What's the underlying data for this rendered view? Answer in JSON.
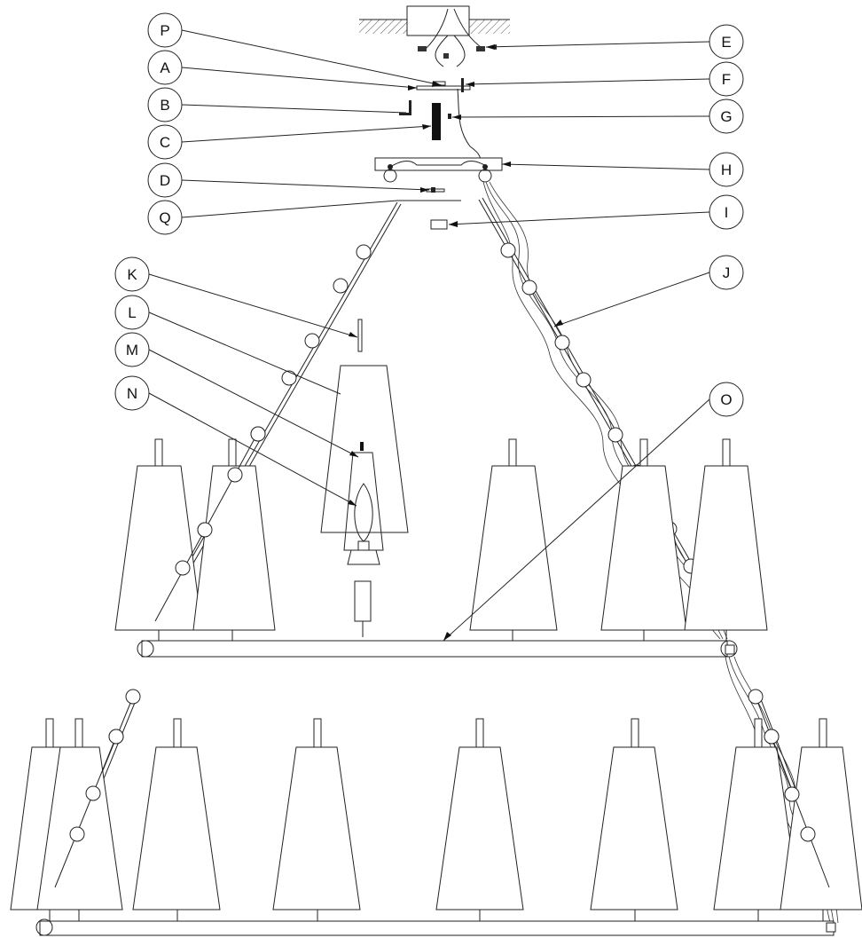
{
  "callouts": {
    "P": "P",
    "A": "A",
    "B": "B",
    "C": "C",
    "D": "D",
    "Q": "Q",
    "K": "K",
    "L": "L",
    "M": "M",
    "N": "N",
    "E": "E",
    "F": "F",
    "G": "G",
    "H": "H",
    "I": "I",
    "J": "J",
    "O": "O"
  }
}
